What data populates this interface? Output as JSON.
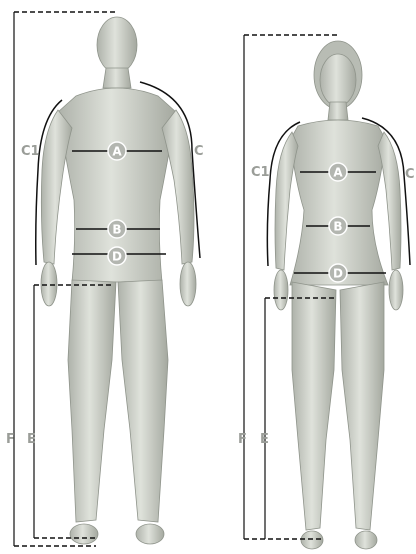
{
  "palette": {
    "body_light": "#d9dcd5",
    "body_mid": "#bcc0b8",
    "body_shadow": "#8f948b",
    "line": "#111111",
    "label": "#9a9d98",
    "badge": "#b3b6b0"
  },
  "male": {
    "labels": {
      "chest": "A",
      "waist": "B",
      "hip": "D",
      "arm_right": "C",
      "arm_left": "C1",
      "total_height": "F",
      "inseam": "E"
    }
  },
  "female": {
    "labels": {
      "chest": "A",
      "waist": "B",
      "hip": "D",
      "arm_right": "C",
      "arm_left": "C1",
      "total_height": "F",
      "inseam": "E"
    }
  }
}
